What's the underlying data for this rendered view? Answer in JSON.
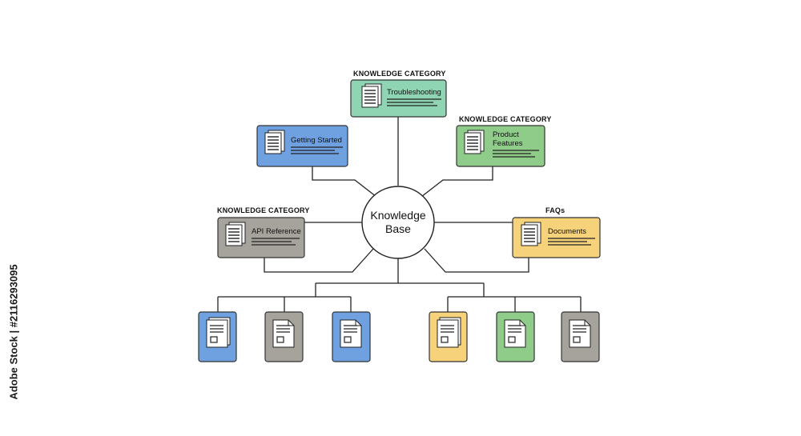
{
  "watermark": {
    "text": "Adobe Stock | #2116293095"
  },
  "center": {
    "line1": "Knowledge",
    "line2": "Base"
  },
  "nodes": {
    "troubleshooting": {
      "label": "KNOWLEDGE CATEGORY",
      "title": "Troubleshooting",
      "color": "#8fd4b3"
    },
    "getting_started": {
      "label": "",
      "title": "Getting Started",
      "color": "#6fa0e0"
    },
    "product_features": {
      "label": "KNOWLEDGE CATEGORY",
      "title_line1": "Product",
      "title_line2": "Features",
      "color": "#8fcc8a"
    },
    "api_reference": {
      "label": "KNOWLEDGE CATEGORY",
      "title": "API Reference",
      "color": "#a6a39d"
    },
    "faqs": {
      "label": "FAQs",
      "title": "Documents",
      "color": "#f6d27a"
    }
  },
  "documents": [
    {
      "icon": "stacked-document-icon",
      "color": "#6fa0e0"
    },
    {
      "icon": "document-icon",
      "color": "#a6a39d"
    },
    {
      "icon": "document-icon",
      "color": "#6fa0e0"
    },
    {
      "icon": "stacked-document-icon",
      "color": "#f6d27a"
    },
    {
      "icon": "document-icon",
      "color": "#8fcc8a"
    },
    {
      "icon": "document-icon",
      "color": "#a6a39d"
    }
  ]
}
